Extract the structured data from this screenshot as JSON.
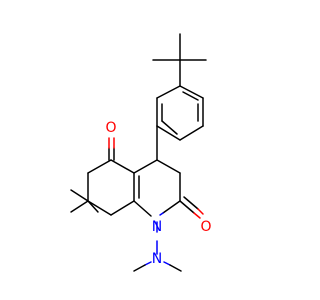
{
  "molecule": {
    "atoms": [
      {
        "symbol": "O",
        "color": "#ff0000"
      },
      {
        "symbol": "O",
        "color": "#ff0000"
      },
      {
        "symbol": "N",
        "color": "#0000ff"
      },
      {
        "symbol": "N",
        "color": "#0000ff"
      }
    ]
  },
  "colors": {
    "carbon_bond": "#000000",
    "oxygen": "#ff0000",
    "nitrogen": "#0000ff",
    "background": "#ffffff"
  }
}
